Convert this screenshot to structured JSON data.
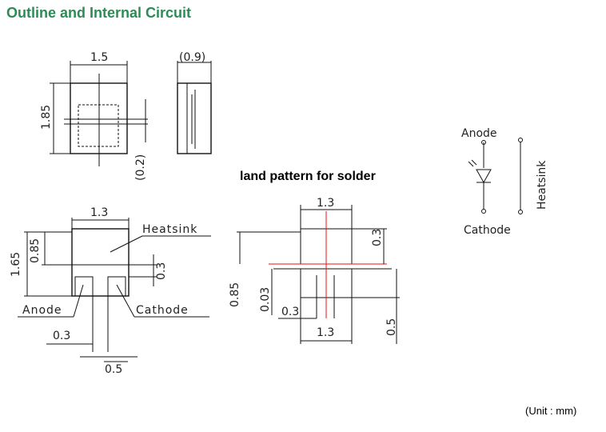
{
  "title": "Outline and Internal Circuit",
  "title_color": "#2e8b57",
  "land_title": "land pattern for solder",
  "unit_note": "(Unit : mm)",
  "top_view": {
    "width": "1.5",
    "height": "1.85"
  },
  "side_view": {
    "thickness": "(0.9)",
    "offset": "(0.2)"
  },
  "bottom_view": {
    "width": "1.3",
    "height_total": "1.65",
    "heatsink_height": "0.85",
    "pad_gap": "0.3",
    "pad_width": "0.3",
    "lead_spacing": "0.5",
    "heatsink_label": "Heatsink",
    "anode_label": "Anode",
    "cathode_label": "Cathode"
  },
  "land_pattern": {
    "top_width": "1.3",
    "bottom_width": "1.3",
    "top_height": "0.3",
    "left_height": "0.85",
    "small_gap": "0.03",
    "pad_gap": "0.3",
    "right_height": "0.5",
    "line_color": "#e11"
  },
  "circuit": {
    "anode_label": "Anode",
    "cathode_label": "Cathode",
    "heatsink_label": "Heatsink"
  }
}
